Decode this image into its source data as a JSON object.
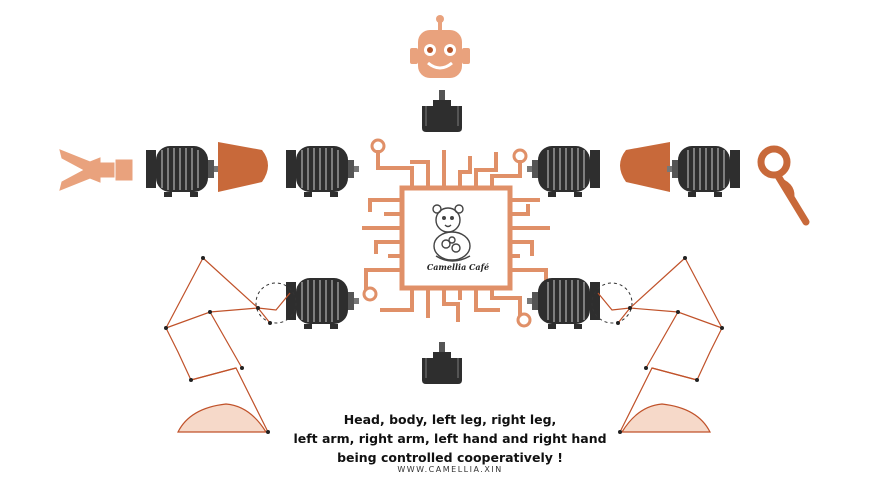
{
  "colors": {
    "accent": "#c8693a",
    "accent_light": "#e9a27d",
    "motor": "#2e2e2e",
    "motor_light": "#555555",
    "leg_line": "#c0522a",
    "foot_fill": "#f6d9c9"
  },
  "icons": {
    "head": "robot-head-icon",
    "gripper": "gripper-claw-icon",
    "hook": "ring-hook-icon",
    "chip": "circuit-chip-icon",
    "motor": "servo-motor-icon",
    "stepper": "stepper-motor-icon",
    "bracket": "arm-bracket-icon",
    "leg": "leg-linkage-icon"
  },
  "logo": {
    "brand": "Camellia Café"
  },
  "caption": {
    "line1": "Head, body, left leg, right leg,",
    "line2": "left arm, right arm, left hand and right hand",
    "line3": "being controlled cooperatively !"
  },
  "footer": {
    "url": "WWW.CAMELLIA.XIN"
  }
}
